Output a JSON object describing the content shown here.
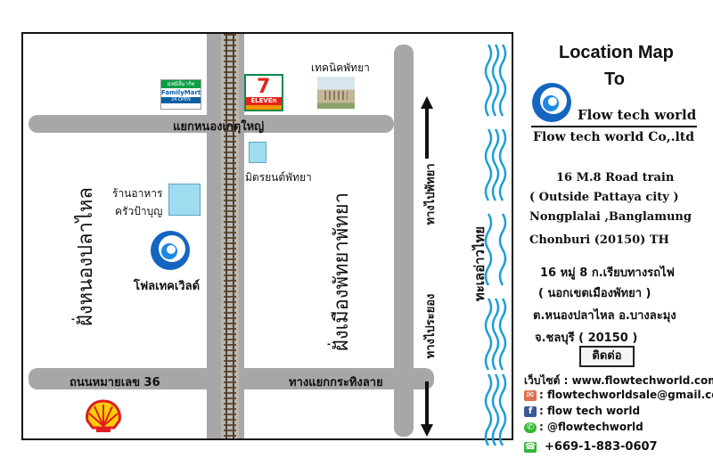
{
  "map": {
    "labels": {
      "junction_top": "แยกหนองเกตุใหญ่",
      "road_36": "ถนนหมายเลข 36",
      "junction_bottom": "ทางแยกกระทิงลาย",
      "side_left": "ฝั่งหนองปลาไหล",
      "side_right": "ฝั่งเมืองพัทยาพัทยา",
      "to_pattaya": "ทางไปพัทยา",
      "to_rayong": "ทางไประยอง",
      "sea": "ทะเลอ่าวไทย",
      "restaurant_line1": "ร้านอาหาร",
      "restaurant_line2": "ครัวป้าบุญ",
      "company_logo_label": "โฟลเทคเวิลด์",
      "mitsaiyon": "มิตรยนต์พัทยา",
      "technic": "เทคนิคพัทยา"
    },
    "logos": {
      "familymart_top": "ແฟมิลี่มาร์ท",
      "familymart_main": "FamilyMart",
      "familymart_sub": "24 OPEN",
      "seven_eleven": "ELEVEn"
    },
    "icons": [
      "familymart-logo",
      "seven-eleven-logo",
      "technic-building",
      "shell-logo",
      "flow-tech-logo",
      "arrow-up",
      "arrow-down"
    ]
  },
  "header": {
    "title_line1": "Location Map",
    "title_line2": "To",
    "brand": "Flow tech world",
    "company": "Flow tech world Co,.ltd"
  },
  "address_en": {
    "line1": "16 M.8  Road train",
    "line2": "( Outside Pattaya city )",
    "line3": "Nongplalai ,Banglamung",
    "line4": "Chonburi (20150) TH"
  },
  "address_th": {
    "line1": "16 หมู่ 8 ก.เรียบทางรถไฟ",
    "line2": "( นอกเขตเมืองพัทยา )",
    "line3": "ต.หนองปลาไหล อ.บางละมุง",
    "line4": "จ.ชลบุรี ( 20150 )"
  },
  "contact": {
    "button": "ติดต่อ",
    "website": "เว็บไซต์ : www.flowtechworld.com",
    "email": ": flowtechworldsale@gmail.com",
    "facebook": ": flow tech world",
    "line": ": @flowtechworld",
    "phone": "+669-1-883-0607"
  },
  "colors": {
    "road": "#a8a6a8",
    "sea": "#1a9fd8",
    "brand_blue": "#1565c0",
    "shop_box": "#9fdcf0"
  }
}
